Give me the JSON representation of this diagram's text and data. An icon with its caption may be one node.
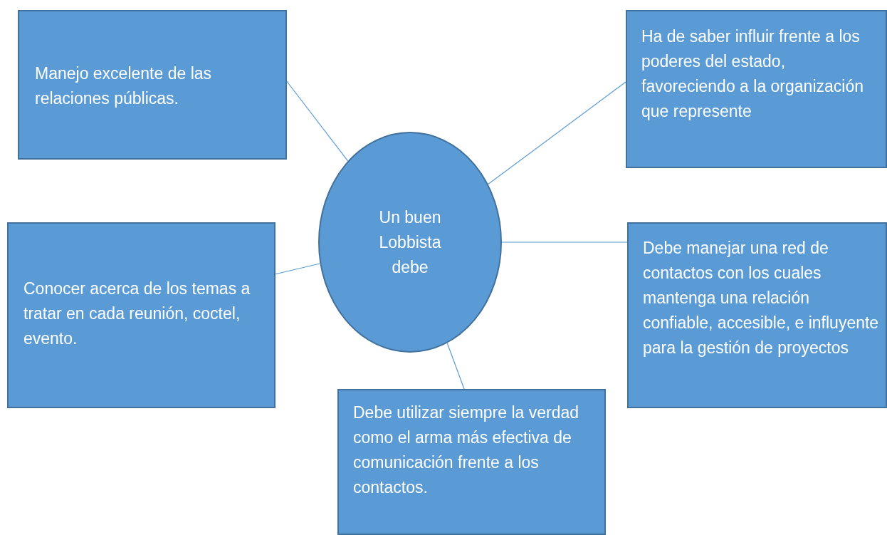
{
  "diagram": {
    "nodes": [
      {
        "text": [
          "Un buen Lobbista debe"
        ]
      },
      {
        "text": [
          "Manejo excelente de las relaciones públicas."
        ]
      },
      {
        "text": [
          "Ha de saber influir frente a los poderes del estado, favoreciendo a la organización que represente"
        ]
      },
      {
        "text": [
          "Conocer acerca de los temas a tratar en cada reunión, coctel, evento."
        ]
      },
      {
        "text": [
          "Debe manejar una red de contactos con los cuales mantenga una relación confiable, accesible, e influyente para la gestión de proyectos"
        ]
      },
      {
        "text": [
          "Debe utilizar siempre la verdad como el arma más efectiva de comunicación  frente a los contactos."
        ]
      }
    ],
    "edges": [
      {
        "from": 0,
        "to": 1,
        "arrow": "none"
      },
      {
        "from": 0,
        "to": 2,
        "arrow": "none"
      },
      {
        "from": 0,
        "to": 3,
        "arrow": "none"
      },
      {
        "from": 0,
        "to": 4,
        "arrow": "none"
      },
      {
        "from": 0,
        "to": 5,
        "arrow": "none"
      }
    ]
  }
}
